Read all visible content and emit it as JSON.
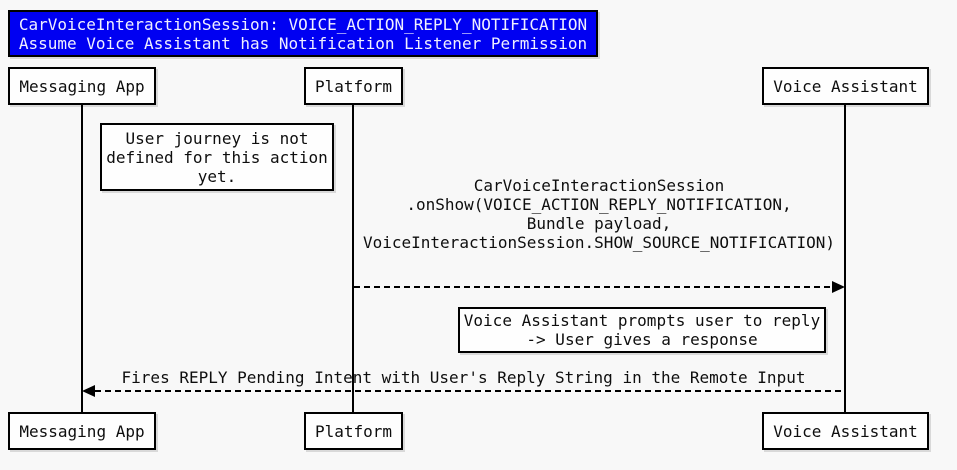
{
  "diagram": {
    "type": "sequence-diagram",
    "title": {
      "lines": [
        "CarVoiceInteractionSession: VOICE_ACTION_REPLY_NOTIFICATION",
        "Assume Voice Assistant has Notification Listener Permission"
      ]
    },
    "participants": [
      {
        "id": "messaging-app",
        "label": "Messaging App"
      },
      {
        "id": "platform",
        "label": "Platform"
      },
      {
        "id": "voice-assistant",
        "label": "Voice Assistant"
      }
    ],
    "notes": [
      {
        "over": "Messaging App",
        "lines": [
          "User journey is not",
          "defined for this action",
          "yet."
        ]
      },
      {
        "over": "Voice Assistant",
        "lines": [
          "Voice Assistant prompts user to reply",
          "-> User gives a response"
        ]
      }
    ],
    "messages": [
      {
        "from": "Platform",
        "to": "Voice Assistant",
        "line_style": "dashed",
        "lines": [
          "CarVoiceInteractionSession",
          ".onShow(VOICE_ACTION_REPLY_NOTIFICATION,",
          "Bundle payload,",
          "VoiceInteractionSession.SHOW_SOURCE_NOTIFICATION)"
        ]
      },
      {
        "from": "Voice Assistant",
        "to": "Messaging App",
        "line_style": "dashed",
        "lines": [
          "Fires REPLY Pending Intent with User's Reply String in the Remote Input"
        ]
      }
    ],
    "colors": {
      "canvas_bg": "#F8F8F8",
      "title_bg": "#0000F2",
      "title_text": "#EFEFFF",
      "box_bg": "#FEFEFE",
      "box_border": "#000000"
    }
  }
}
